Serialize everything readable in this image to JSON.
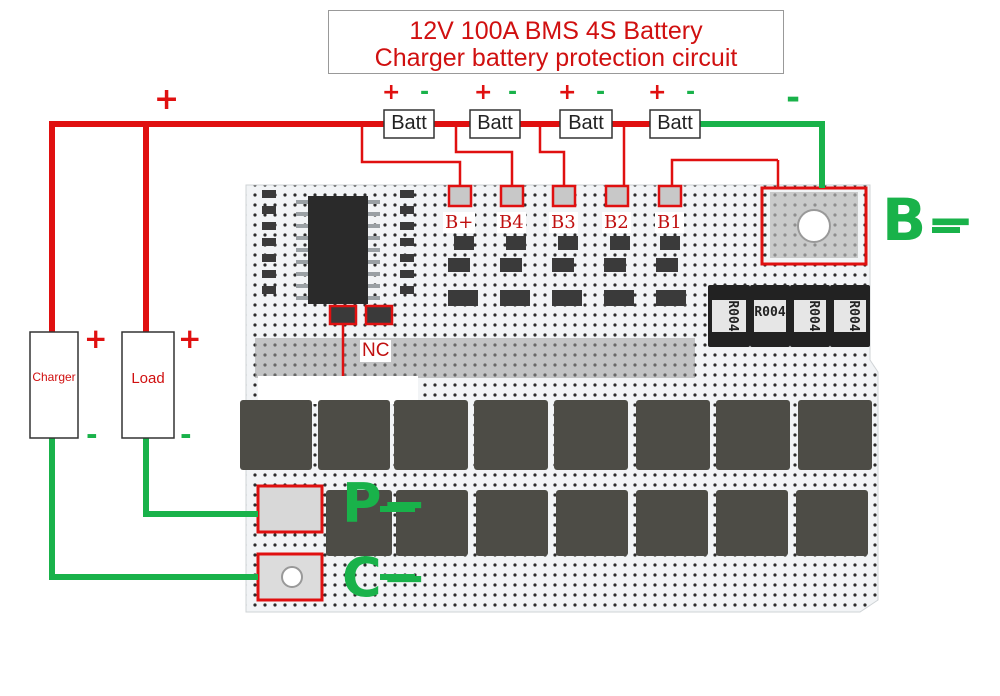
{
  "title": {
    "line1": "12V 100A BMS 4S Battery",
    "line2": "Charger battery protection circuit"
  },
  "batteries": [
    {
      "label": "Batt",
      "plus": "+",
      "minus": "-"
    },
    {
      "label": "Batt",
      "plus": "+",
      "minus": "-"
    },
    {
      "label": "Batt",
      "plus": "+",
      "minus": "-"
    },
    {
      "label": "Batt",
      "plus": "+",
      "minus": "-"
    }
  ],
  "pads": [
    "B+",
    "B4",
    "B3",
    "B2",
    "B1"
  ],
  "nc_label": "NC",
  "charger": {
    "label": "Charger",
    "plus": "+",
    "minus": "-"
  },
  "load": {
    "label": "Load",
    "plus": "+",
    "minus": "-"
  },
  "top_plus": "+",
  "top_minus": "-",
  "terminals": {
    "b_minus": "B−",
    "p_minus": "P−",
    "c_minus": "C−"
  },
  "resistor_marking": "R004",
  "colors": {
    "positive_wire": "#e01010",
    "negative_wire": "#19b24a",
    "pcb": "#f4f6f8",
    "mosfet": "#4a4a44"
  }
}
